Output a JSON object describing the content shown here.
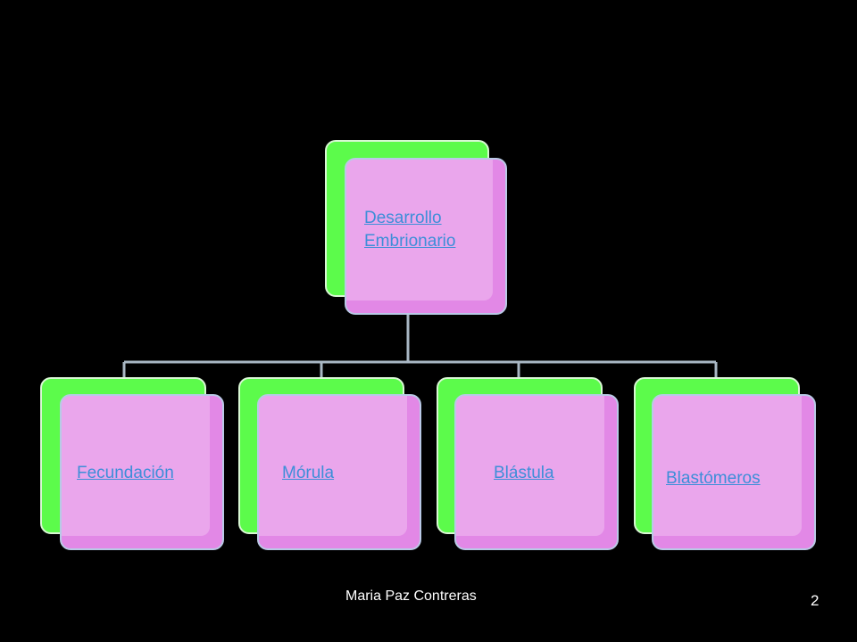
{
  "diagram": {
    "root": {
      "label_line1": "Desarrollo",
      "label_line2": "Embrionario"
    },
    "children": [
      {
        "label": "Fecundación"
      },
      {
        "label": "Mórula"
      },
      {
        "label": "Blástula"
      },
      {
        "label": "Blastómeros"
      }
    ]
  },
  "footer": {
    "author": "Maria Paz Contreras",
    "slide_number": "2"
  },
  "colors": {
    "background": "#000000",
    "node_back": "#5cfb4b",
    "node_front": "#eaa6ec",
    "link_text": "#3d8ed8",
    "connector": "#a9b7c4"
  }
}
